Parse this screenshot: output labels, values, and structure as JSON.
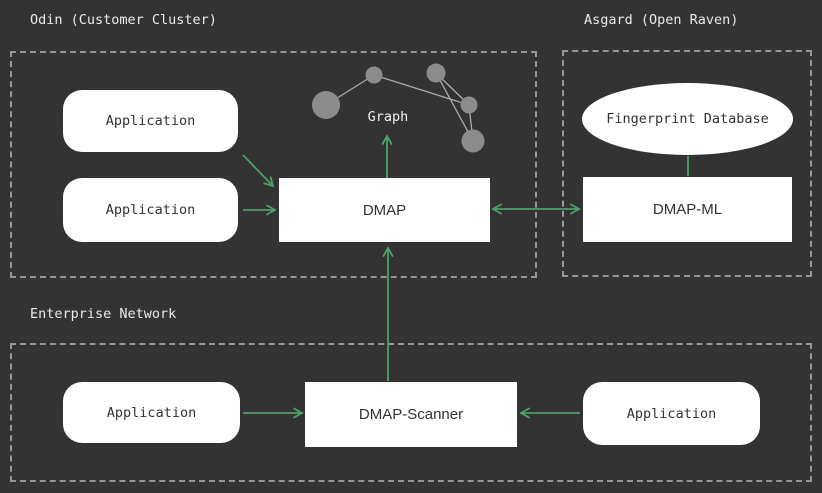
{
  "clusters": {
    "odin": {
      "title": "Odin (Customer Cluster)"
    },
    "asgard": {
      "title": "Asgard (Open Raven)"
    },
    "enterprise": {
      "title": "Enterprise Network"
    }
  },
  "nodes": {
    "odin_app_top": {
      "label": "Application",
      "shape": "rounded-rect"
    },
    "odin_app_bottom": {
      "label": "Application",
      "shape": "rounded-rect"
    },
    "dmap": {
      "label": "DMAP",
      "shape": "rect"
    },
    "graph": {
      "label": "Graph",
      "shape": "node-graph-motif"
    },
    "fingerprint_db": {
      "label": "Fingerprint Database",
      "shape": "ellipse"
    },
    "dmap_ml": {
      "label": "DMAP-ML",
      "shape": "rect"
    },
    "ent_app_left": {
      "label": "Application",
      "shape": "rounded-rect"
    },
    "dmap_scanner": {
      "label": "DMAP-Scanner",
      "shape": "rect"
    },
    "ent_app_right": {
      "label": "Application",
      "shape": "rounded-rect"
    }
  },
  "edges": [
    {
      "from": "Application (Odin top)",
      "to": "DMAP",
      "style": "arrow"
    },
    {
      "from": "Application (Odin bottom)",
      "to": "DMAP",
      "style": "arrow"
    },
    {
      "from": "DMAP",
      "to": "Graph",
      "style": "arrow"
    },
    {
      "from": "DMAP",
      "to": "DMAP-ML",
      "style": "bidirectional-arrow"
    },
    {
      "from": "Fingerprint Database",
      "to": "DMAP-ML",
      "style": "line"
    },
    {
      "from": "DMAP-Scanner",
      "to": "DMAP",
      "style": "arrow"
    },
    {
      "from": "Application (Enterprise left)",
      "to": "DMAP-Scanner",
      "style": "arrow"
    },
    {
      "from": "Application (Enterprise right)",
      "to": "DMAP-Scanner",
      "style": "arrow"
    }
  ],
  "graph_motif": {
    "node_count": 5,
    "edge_count": 5
  },
  "colors": {
    "background": "#333333",
    "node_fill": "#ffffff",
    "node_text": "#333333",
    "cluster_border": "#979797",
    "title_text": "#eaeaea",
    "arrow": "#4da167",
    "graph_node": "#8c8c8c",
    "graph_edge": "#ababab"
  }
}
